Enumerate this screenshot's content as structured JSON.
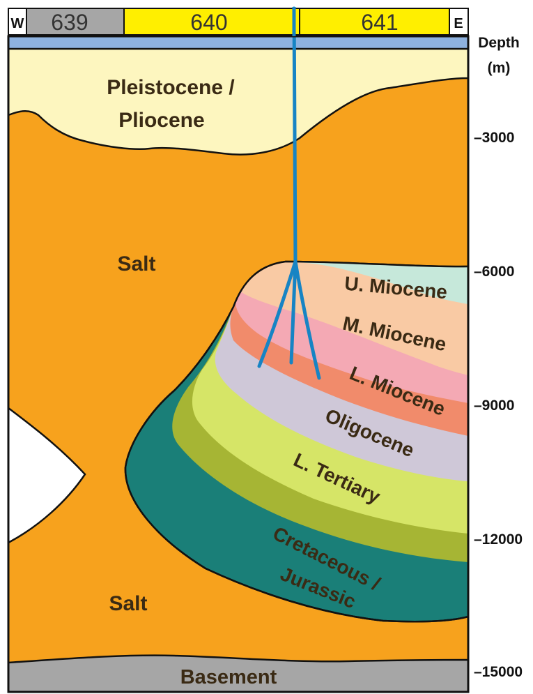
{
  "header": {
    "west": "W",
    "east": "E",
    "blocks": [
      "639",
      "640",
      "641"
    ]
  },
  "depth_axis": {
    "title_line1": "Depth",
    "title_line2": "(m)",
    "ticks": [
      "–3000",
      "–6000",
      "–9000",
      "–12000",
      "–15000"
    ]
  },
  "units": {
    "pleistocene_line1": "Pleistocene /",
    "pleistocene_line2": "Pliocene",
    "salt_upper": "Salt",
    "salt_lower": "Salt",
    "u_miocene": "U. Miocene",
    "m_miocene": "M. Miocene",
    "l_miocene": "L. Miocene",
    "oligocene": "Oligocene",
    "l_tertiary": "L. Tertiary",
    "cretaceous_line1": "Cretaceous /",
    "cretaceous_line2": "Jurassic",
    "basement": "Basement"
  },
  "colors": {
    "salt": "#f7a21d",
    "pleistocene": "#fdf6bf",
    "water": "#8eb2e0",
    "u_miocene": "#c6e8da",
    "m_miocene": "#f9caa4",
    "l_miocene_pink": "#f4a9b4",
    "l_miocene_salmon": "#f18b6b",
    "oligocene": "#cfc8d8",
    "l_tertiary": "#d6e567",
    "l_tertiary_dark": "#a6b534",
    "cretaceous": "#1a7f78",
    "basement": "#a6a6a6",
    "block_gray": "#a6a6a6",
    "block_yellow": "#ffef00",
    "wellbore": "#1784c4"
  }
}
